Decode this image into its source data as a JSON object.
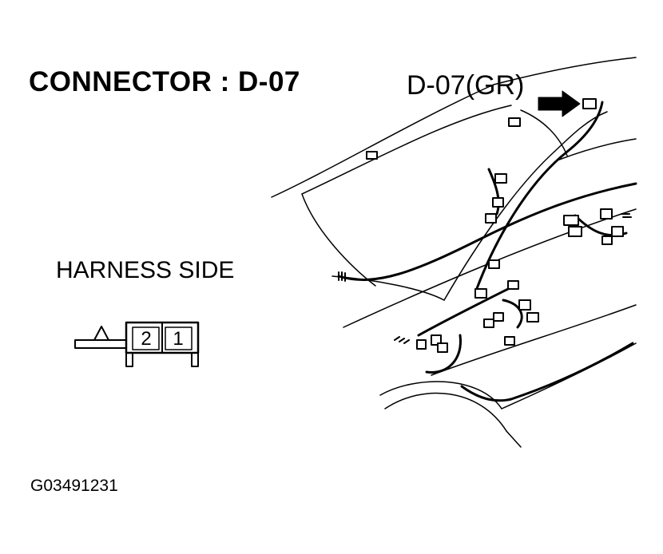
{
  "title": "CONNECTOR : D-07",
  "callout": "D-07(GR)",
  "view_label": "HARNESS SIDE",
  "connector": {
    "pins": [
      "2",
      "1"
    ]
  },
  "figure_id": "G03491231"
}
